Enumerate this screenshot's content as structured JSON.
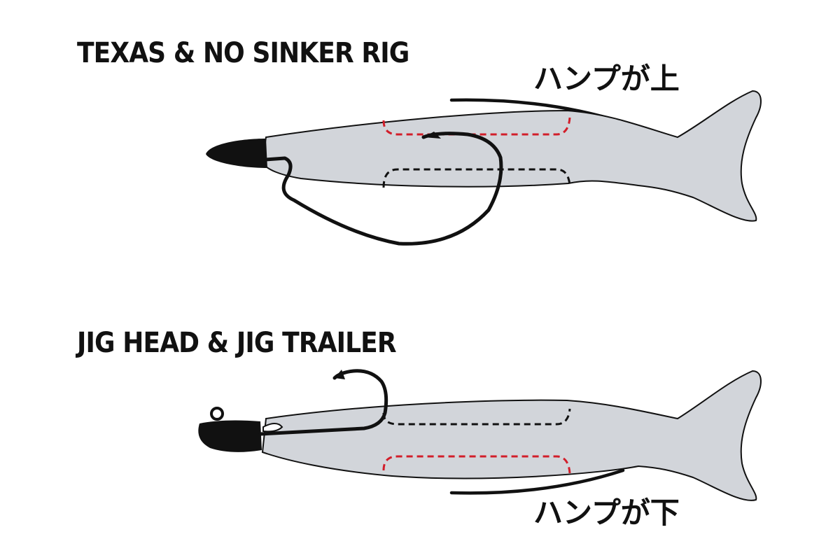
{
  "rigs": [
    {
      "title": "TEXAS & NO SINKER RIG",
      "hump_label": "ハンプが上"
    },
    {
      "title": "JIG HEAD & JIG TRAILER",
      "hump_label": "ハンプが下"
    }
  ],
  "colors": {
    "lure_body": "#d2d5da",
    "outline": "#111111",
    "hump_dashed_red": "#d21e2a",
    "hump_dashed_black": "#111111"
  }
}
